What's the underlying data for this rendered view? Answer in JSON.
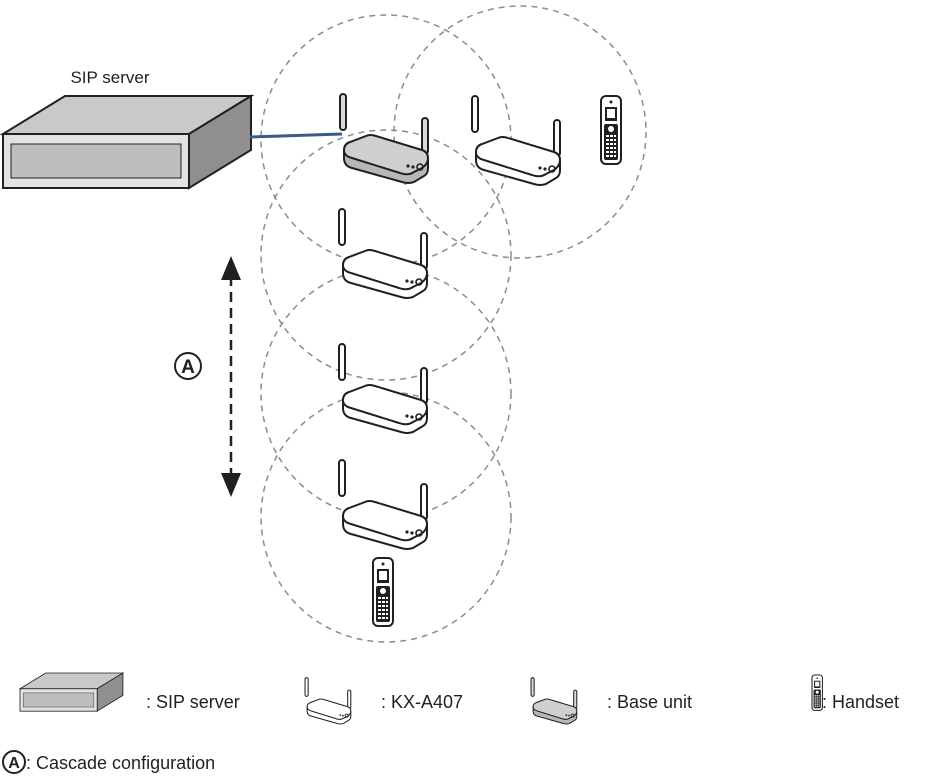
{
  "diagram": {
    "server_label": "SIP server",
    "cascade_marker": "A"
  },
  "legend": {
    "sip_server": ": SIP server",
    "kx_a407": ": KX-A407",
    "base_unit": ": Base unit",
    "handset": ": Handset",
    "cascade_marker": "A",
    "cascade_text": ": Cascade configuration"
  },
  "colors": {
    "link_line": "#3b5a8c",
    "coverage_circle": "#8c8c8c",
    "outline": "#231f20"
  }
}
